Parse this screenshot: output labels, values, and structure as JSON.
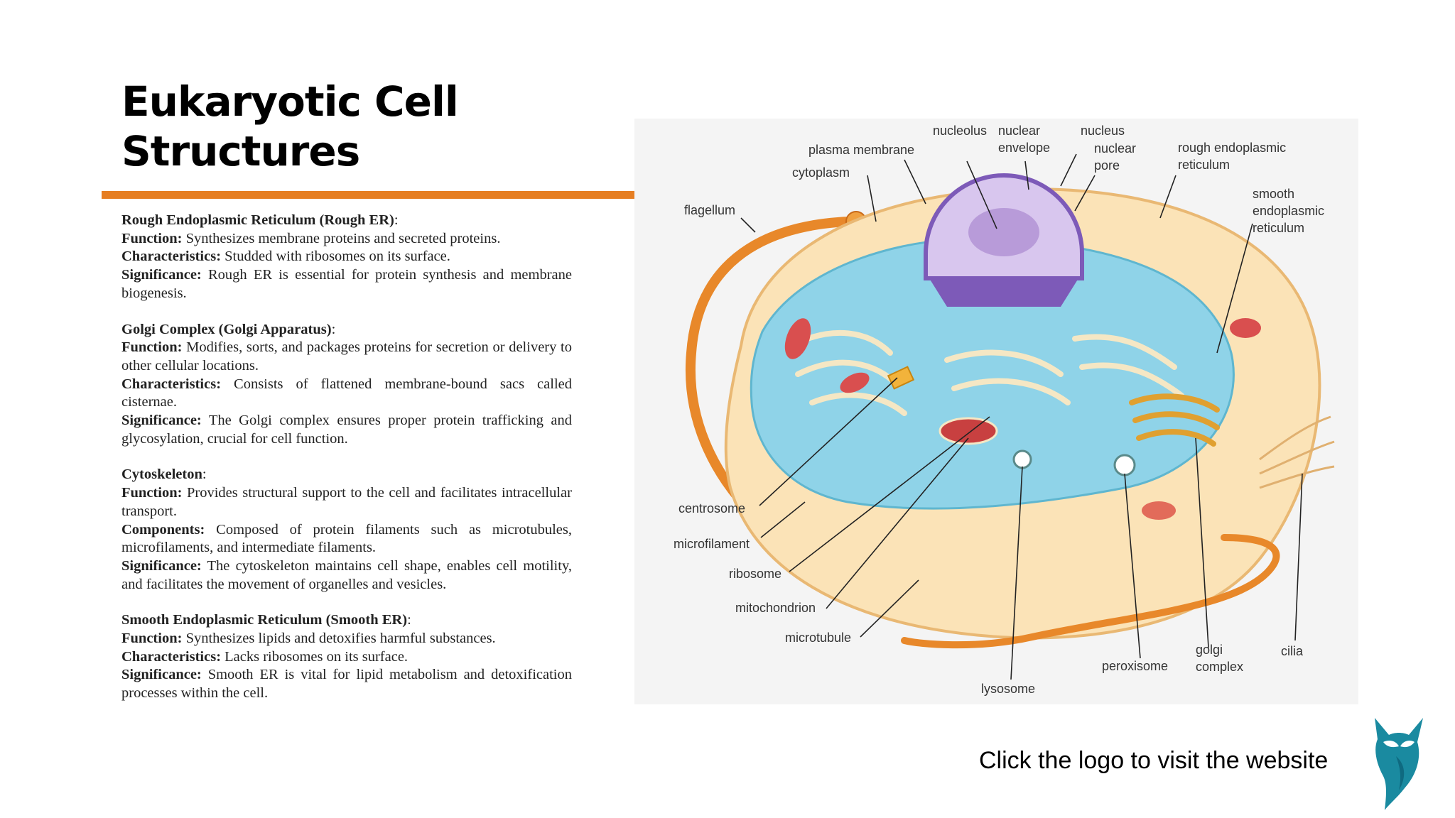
{
  "title_line1": "Eukaryotic Cell",
  "title_line2": "Structures",
  "sections": [
    {
      "title": "Rough Endoplasmic Reticulum (Rough ER)",
      "lines": [
        {
          "label": "Function:",
          "text": " Synthesizes membrane proteins and secreted proteins."
        },
        {
          "label": "Characteristics:",
          "text": " Studded with ribosomes on its surface."
        },
        {
          "label": "Significance:",
          "text": " Rough ER is essential for protein synthesis and membrane biogenesis."
        }
      ]
    },
    {
      "title": "Golgi Complex (Golgi Apparatus)",
      "lines": [
        {
          "label": "Function:",
          "text": " Modifies, sorts, and packages proteins for secretion or delivery to other cellular locations."
        },
        {
          "label": "Characteristics:",
          "text": " Consists of flattened membrane-bound sacs called cisternae."
        },
        {
          "label": "Significance:",
          "text": " The Golgi complex ensures proper protein trafficking and glycosylation, crucial for cell function."
        }
      ]
    },
    {
      "title": "Cytoskeleton",
      "lines": [
        {
          "label": "Function:",
          "text": " Provides structural support to the cell and facilitates intracellular transport."
        },
        {
          "label": "Components:",
          "text": " Composed of protein filaments such as microtubules, microfilaments, and intermediate filaments."
        },
        {
          "label": "Significance:",
          "text": " The cytoskeleton maintains cell shape, enables cell motility, and facilitates the movement of organelles and vesicles."
        }
      ]
    },
    {
      "title": "Smooth Endoplasmic Reticulum (Smooth ER)",
      "lines": [
        {
          "label": "Function:",
          "text": " Synthesizes lipids and detoxifies harmful substances."
        },
        {
          "label": "Characteristics:",
          "text": " Lacks ribosomes on its surface."
        },
        {
          "label": "Significance:",
          "text": " Smooth ER is vital for lipid metabolism and detoxification processes within the cell."
        }
      ]
    }
  ],
  "diagram_labels": {
    "nucleolus": "nucleolus",
    "nuclear_envelope_1": "nuclear",
    "nuclear_envelope_2": "envelope",
    "nucleus": "nucleus",
    "nuclear_pore_1": "nuclear",
    "nuclear_pore_2": "pore",
    "plasma_membrane": "plasma membrane",
    "cytoplasm": "cytoplasm",
    "rough_er_1": "rough endoplasmic",
    "rough_er_2": "reticulum",
    "smooth_er_1": "smooth",
    "smooth_er_2": "endoplasmic",
    "smooth_er_3": "reticulum",
    "flagellum": "flagellum",
    "centrosome": "centrosome",
    "microfilament": "microfilament",
    "ribosome": "ribosome",
    "mitochondrion": "mitochondrion",
    "microtubule": "microtubule",
    "lysosome": "lysosome",
    "peroxisome": "peroxisome",
    "golgi_1": "golgi",
    "golgi_2": "complex",
    "cilia": "cilia"
  },
  "caption": "Click the logo to visit the website",
  "colors": {
    "accent": "#e67e22",
    "logo": "#1a8aa0"
  },
  "icons": {
    "logo": "owl-logo-icon"
  }
}
